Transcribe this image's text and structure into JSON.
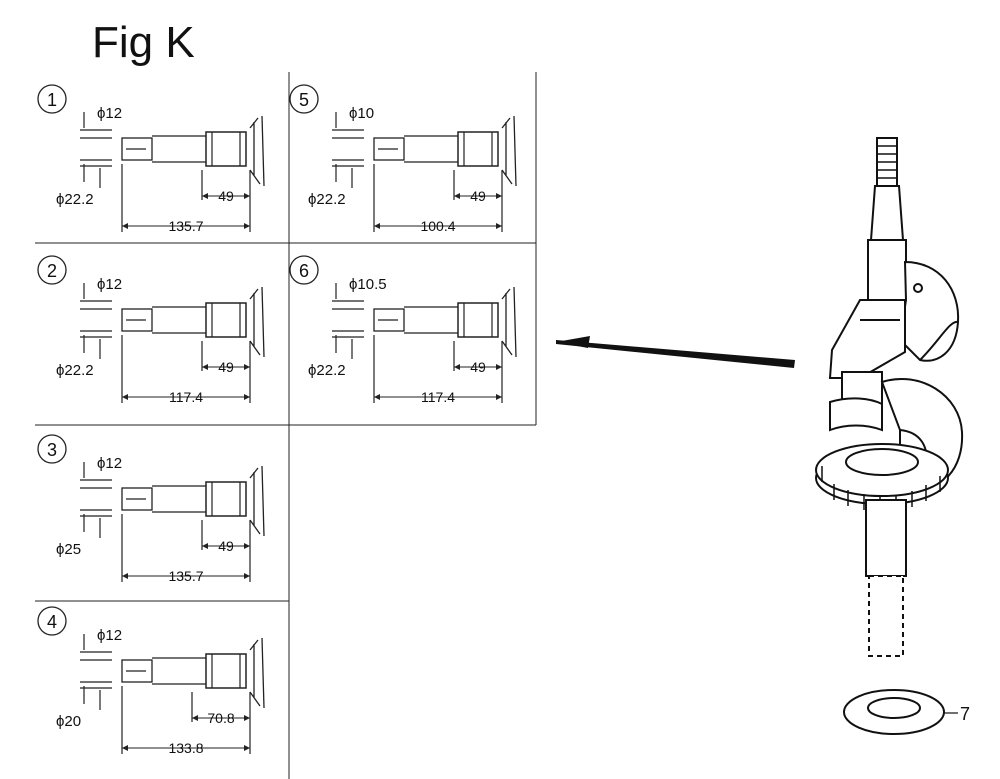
{
  "figure": {
    "title": "Fig K"
  },
  "panels": [
    {
      "id": "1",
      "pin_diameter": "ϕ12",
      "shaft_diameter": "ϕ22.2",
      "step_length": "49",
      "total_length": "135.7"
    },
    {
      "id": "2",
      "pin_diameter": "ϕ12",
      "shaft_diameter": "ϕ22.2",
      "step_length": "49",
      "total_length": "117.4"
    },
    {
      "id": "3",
      "pin_diameter": "ϕ12",
      "shaft_diameter": "ϕ25",
      "step_length": "49",
      "total_length": "135.7"
    },
    {
      "id": "4",
      "pin_diameter": "ϕ12",
      "shaft_diameter": "ϕ20",
      "step_length": "70.8",
      "total_length": "133.8"
    },
    {
      "id": "5",
      "pin_diameter": "ϕ10",
      "shaft_diameter": "ϕ22.2",
      "step_length": "49",
      "total_length": "100.4"
    },
    {
      "id": "6",
      "pin_diameter": "ϕ10.5",
      "shaft_diameter": "ϕ22.2",
      "step_length": "49",
      "total_length": "117.4"
    }
  ],
  "callout": {
    "label": "7"
  }
}
